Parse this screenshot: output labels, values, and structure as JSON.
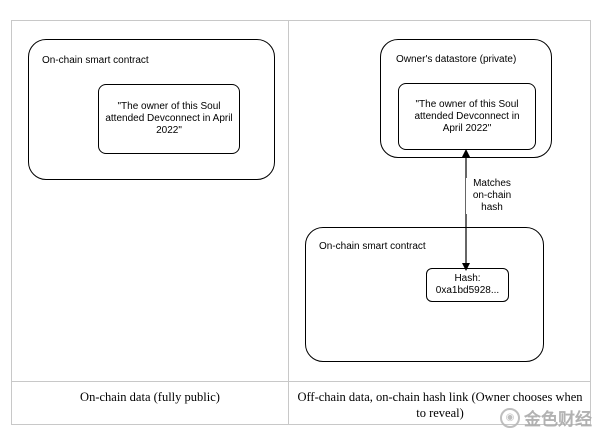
{
  "left_panel": {
    "contract_label": "On-chain smart contract",
    "quote_text": "\"The owner of this Soul attended Devconnect in April 2022\"",
    "caption": "On-chain data (fully public)"
  },
  "right_panel": {
    "datastore_label": "Owner's datastore (private)",
    "quote_text": "\"The owner of this Soul attended Devconnect in April 2022\"",
    "arrow_label": "Matches on-chain hash",
    "contract_label": "On-chain smart contract",
    "hash_text": "Hash: 0xa1bd5928...",
    "caption": "Off-chain data, on-chain hash link (Owner chooses when to reveal)"
  },
  "watermark": {
    "text": "金色财经",
    "icon": "coin-logo-icon"
  }
}
